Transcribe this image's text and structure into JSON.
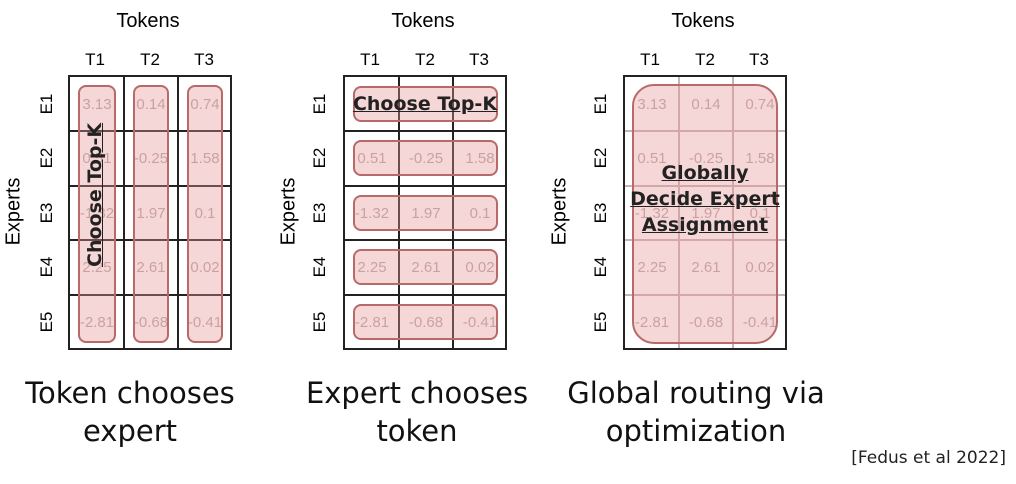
{
  "axis": {
    "tokens_label": "Tokens",
    "experts_label": "Experts"
  },
  "columns": [
    "T1",
    "T2",
    "T3"
  ],
  "rows": [
    "E1",
    "E2",
    "E3",
    "E4",
    "E5"
  ],
  "matrix": [
    [
      "3.13",
      "0.14",
      "0.74"
    ],
    [
      "0.51",
      "-0.25",
      "1.58"
    ],
    [
      "-1.32",
      "1.97",
      "0.1"
    ],
    [
      "2.25",
      "2.61",
      "0.02"
    ],
    [
      "-2.81",
      "-0.68",
      "-0.41"
    ]
  ],
  "panels": [
    {
      "overlay_text": "Choose Top-K",
      "caption_line1": "Token chooses",
      "caption_line2": "expert"
    },
    {
      "overlay_text": "Choose Top-K",
      "caption_line1": "Expert chooses",
      "caption_line2": "token"
    },
    {
      "overlay_text_line1": "Globally",
      "overlay_text_line2": "Decide Expert",
      "overlay_text_line3": "Assignment",
      "caption_line1": "Global routing via",
      "caption_line2": "optimization"
    }
  ],
  "citation": "[Fedus et al 2022]",
  "colors": {
    "highlight_fill": "#f2cccc",
    "highlight_border": "#b86a6a",
    "grid": "#222222"
  }
}
